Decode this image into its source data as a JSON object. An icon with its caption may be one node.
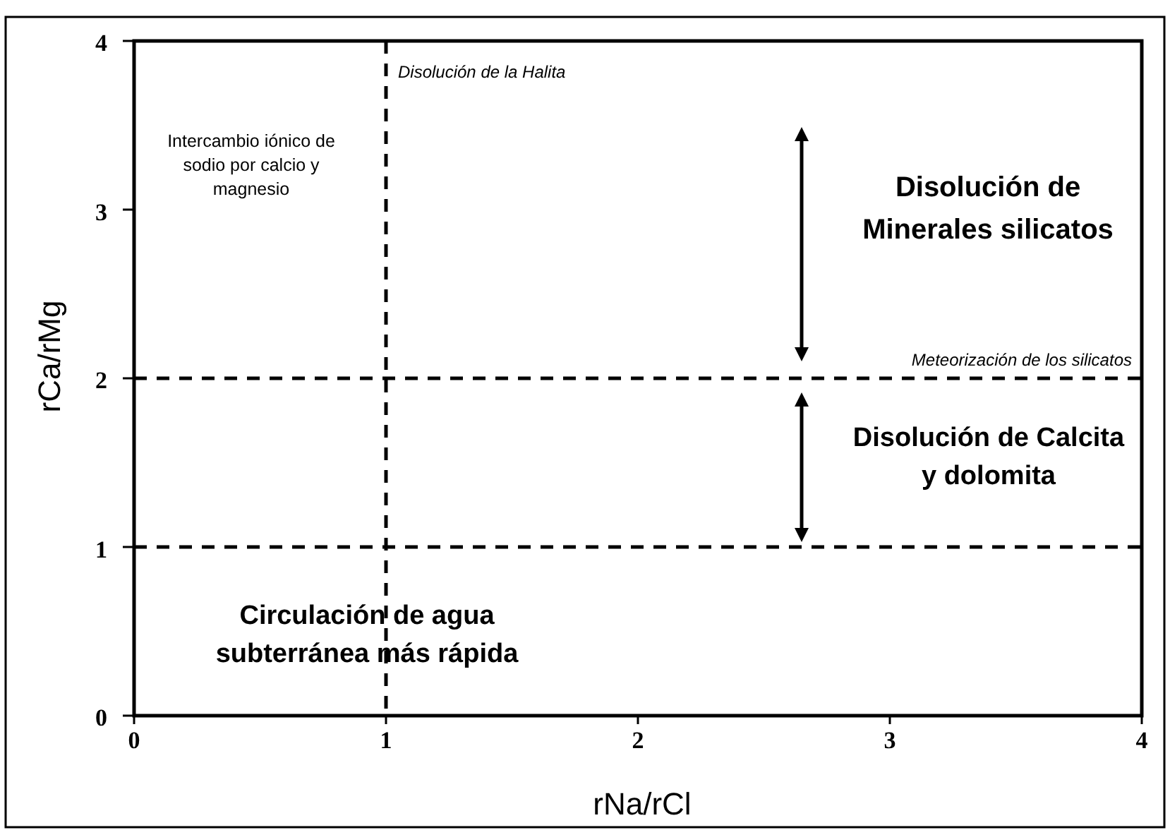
{
  "diagram": {
    "labels": [
      "4",
      "Disolución de la Halita",
      "Intercambio iónico de sodio por calcio y magnesio",
      "Disolución de Minerales silicatos",
      "3",
      "rCa/rMg",
      "2",
      "Meteorización de los silicatos",
      "Disolución de Calcita y dolomita",
      "1",
      "Circulación de agua subterránea más rápida",
      "0",
      "0",
      "1",
      "2",
      "3",
      "4",
      "rNa/rCl"
    ]
  }
}
